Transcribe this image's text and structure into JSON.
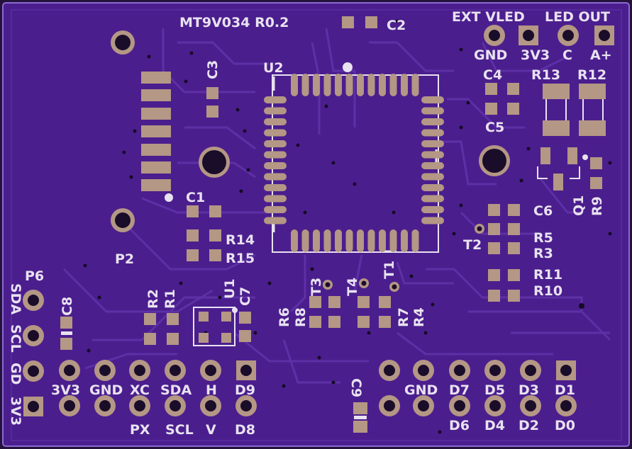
{
  "board": {
    "title": "MT9V034 R0.2",
    "colors": {
      "board": "#4b1e8e",
      "edge": "#8a6ad0",
      "trace": "#5a2da0",
      "silk": "#e8e2f0",
      "pad": "#b49784",
      "pad_dark": "#9d806e",
      "hole": "#1a0d2a"
    }
  },
  "labels": {
    "c2": "C2",
    "c3": "C3",
    "u2": "U2",
    "c1": "C1",
    "r14": "R14",
    "r15": "R15",
    "p2": "P2",
    "p6": "P6",
    "c8": "C8",
    "r2": "R2",
    "r1": "R1",
    "u1": "U1",
    "c7": "C7",
    "r6": "R6",
    "r8": "R8",
    "t3": "T3",
    "t4": "T4",
    "t1": "T1",
    "r7": "R7",
    "r4": "R4",
    "t2": "T2",
    "c6": "C6",
    "r5": "R5",
    "r3": "R3",
    "r11": "R11",
    "r10": "R10",
    "c4": "C4",
    "c5": "C5",
    "r13": "R13",
    "r12": "R12",
    "q1": "Q1",
    "r9": "R9",
    "c9": "C9",
    "ext_vled": "EXT VLED",
    "led_out": "LED OUT",
    "gnd_top": "GND",
    "v3v3_top": "3V3",
    "c_top": "C",
    "a_plus": "A+",
    "sda_side": "SDA",
    "scl_side": "SCL",
    "gd_side": "GD",
    "v3v3_side": "3V3",
    "hdr_3v3": "3V3",
    "hdr_gnd": "GND",
    "hdr_xc": "XC",
    "hdr_sda": "SDA",
    "hdr_h": "H",
    "hdr_d9": "D9",
    "hdr_px": "PX",
    "hdr_scl": "SCL",
    "hdr_v": "V",
    "hdr_d8": "D8",
    "hdr_gnd2": "GND",
    "hdr_d7": "D7",
    "hdr_d5": "D5",
    "hdr_d3": "D3",
    "hdr_d1": "D1",
    "hdr_d6": "D6",
    "hdr_d4": "D4",
    "hdr_d2": "D2",
    "hdr_d0": "D0"
  }
}
